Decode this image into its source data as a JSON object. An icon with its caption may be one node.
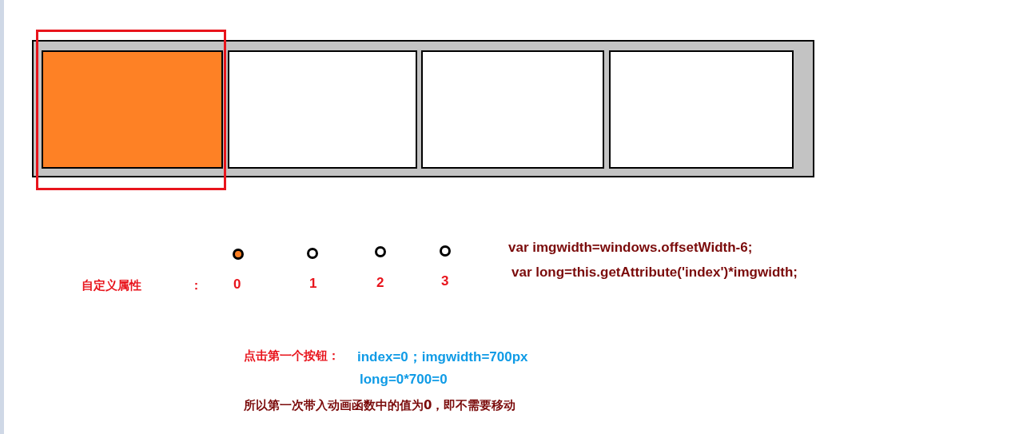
{
  "diagram": {
    "nodes": [
      {
        "text": [],
        "shape": "box"
      },
      {
        "text": [],
        "shape": "box",
        "in": 0
      },
      {
        "text": [],
        "shape": "box",
        "in": 0
      },
      {
        "text": [],
        "shape": "box",
        "in": 0
      },
      {
        "text": [],
        "shape": "box",
        "in": 0
      },
      {
        "text": [],
        "shape": "circle"
      },
      {
        "text": [],
        "shape": "circle"
      },
      {
        "text": [],
        "shape": "circle"
      },
      {
        "text": [],
        "shape": "circle"
      }
    ],
    "edges": [],
    "labels": [
      "var imgwidth=windows.offsetWidth-6;",
      "var long=this.getAttribute('index')*imgwidth;",
      "自定义属性",
      "：",
      "0",
      "1",
      "2",
      "3",
      "点击第一个按钮：",
      "index=0；imgwidth=700px",
      "long=0*700=0",
      "所以第一次带入动画函数中的值为0，即不需要移动"
    ]
  }
}
